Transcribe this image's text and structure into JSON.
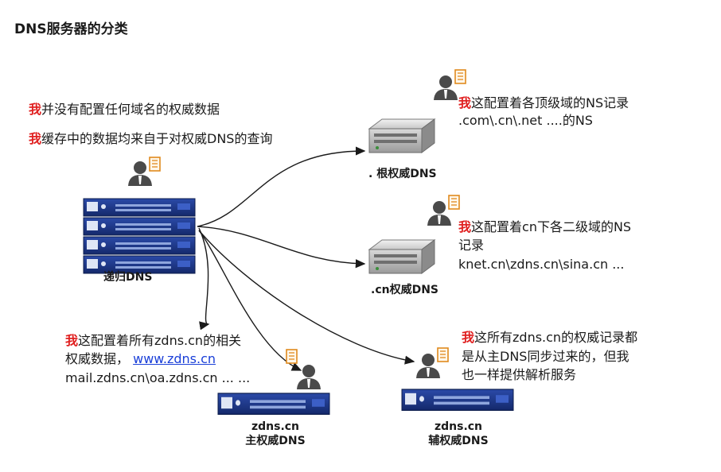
{
  "title": "DNS服务器的分类",
  "me_char": "我",
  "recursive": {
    "note_line1": "并没有配置任何域名的权威数据",
    "note_line2": "缓存中的数据均来自于对权威DNS的查询",
    "label": "递归DNS"
  },
  "root": {
    "note_line1": "这配置着各顶级域的NS记录",
    "note_line2": ".com\\.cn\\.net ....的NS",
    "label": ". 根权威DNS"
  },
  "cn": {
    "note_line1": "这配置着cn下各二级域的NS",
    "note_line2": "记录",
    "note_line3": "knet.cn\\zdns.cn\\sina.cn ...",
    "label": ".cn权威DNS"
  },
  "primary": {
    "note_line1": "这配置着所有zdns.cn的相关",
    "note_line2_prefix": "权威数据，",
    "note_link": "www.zdns.cn",
    "note_line3": "mail.zdns.cn\\oa.zdns.cn ... ...",
    "label_line1": "zdns.cn",
    "label_line2": "主权威DNS"
  },
  "secondary": {
    "note_line1": "这所有zdns.cn的权威记录都",
    "note_line2": "是从主DNS同步过来的，但我",
    "note_line3": "也一样提供解析服务",
    "label_line1": "zdns.cn",
    "label_line2": "辅权威DNS"
  },
  "colors": {
    "me": "#e02020",
    "link": "#1a3fd8",
    "rack_blue": "#1f3a8a",
    "arrow": "#1a1a1a"
  },
  "icons": [
    "person-icon",
    "document-icon",
    "tower-server-icon",
    "rack-server-icon"
  ]
}
